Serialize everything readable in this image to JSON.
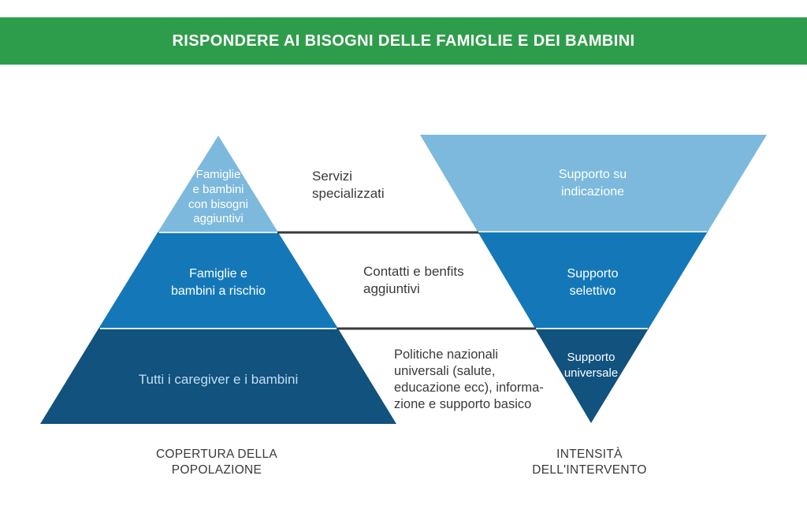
{
  "header": {
    "title": "RISPONDERE AI BISOGNI DELLE FAMIGLIE E DEI BAMBINI",
    "background": "#2e9d4b"
  },
  "colors": {
    "tier_top": "#7db9dd",
    "tier_middle": "#1478b8",
    "tier_bottom": "#11527e",
    "separator": "#d8e9f5",
    "connector": "#3a3a3a",
    "text_dark": "#3a3a3a",
    "text_light": "#ffffff",
    "text_light_blue": "#c4def1"
  },
  "left_pyramid": {
    "caption": "COPERTURA DELLA\nPOPOLAZIONE",
    "tiers": [
      {
        "label": "Famiglie\ne bambini\ncon bisogni\naggiuntivi"
      },
      {
        "label": "Famiglie e\nbambini a rischio"
      },
      {
        "label": "Tutti i caregiver e i bambini"
      }
    ]
  },
  "right_pyramid": {
    "caption": "INTENSITÀ\nDELL'INTERVENTO",
    "tiers": [
      {
        "label": "Supporto su\nindicazione"
      },
      {
        "label": "Supporto\nselettivo"
      },
      {
        "label": "Supporto\nuniversale"
      }
    ]
  },
  "middle_annotations": [
    {
      "label": "Servizi\nspecializzati"
    },
    {
      "label": "Contatti e benfits\naggiuntivi"
    },
    {
      "label": "Politiche nazionali\nuniversali (salute,\neducazione ecc), informa-\nzione e supporto basico"
    }
  ]
}
